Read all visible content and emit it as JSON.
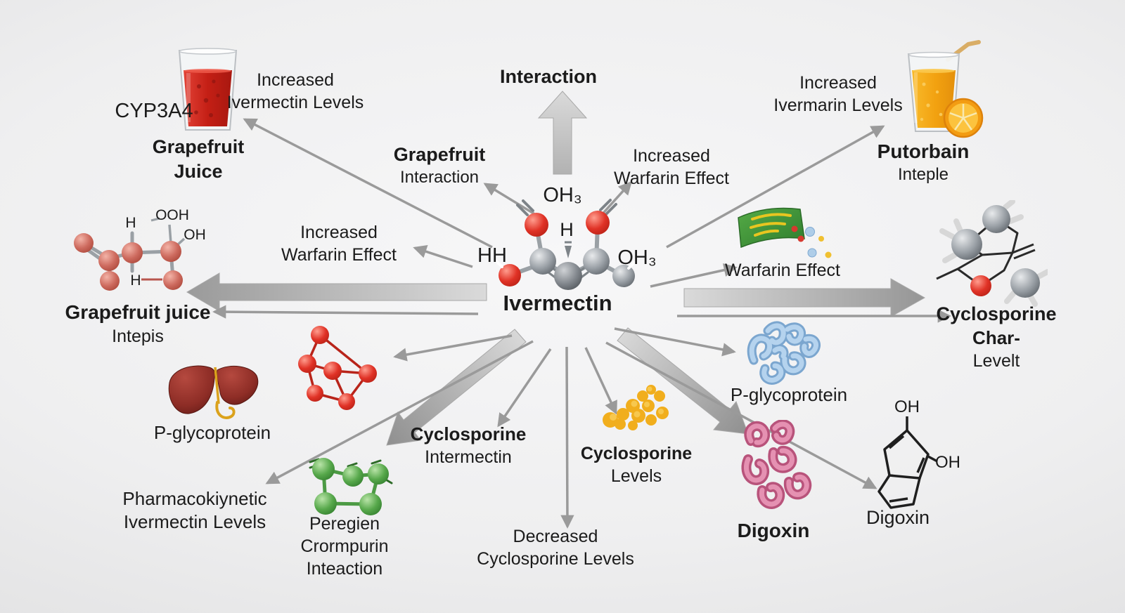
{
  "diagram": {
    "center": {
      "title": "Ivermectin",
      "atom_top": "OH₃",
      "atom_mid": "H",
      "atom_left": "HH",
      "atom_right": "OH₃",
      "icon": "ivermectin-molecule-icon"
    },
    "top_left": {
      "enzyme": "CYP3A4",
      "icon": "grapefruit-juice-glass-icon",
      "caption_line1": "Grapefruit",
      "caption_line2": "Juice",
      "effect_line1": "Increased",
      "effect_line2": "Ivermectin Levels"
    },
    "top_center": {
      "label": "Interaction"
    },
    "grapefruit_interaction": {
      "line1": "Grapefruit",
      "line2": "Interaction"
    },
    "increased_warfarin_top": {
      "line1": "Increased",
      "line2": "Warfarin Effect"
    },
    "top_right": {
      "effect_line1": "Increased",
      "effect_line2": "Ivermarin Levels",
      "icon": "orange-juice-glass-icon",
      "caption_line1": "Putorbain",
      "caption_line2": "Inteple"
    },
    "left": {
      "icon": "salmon-molecule-icon",
      "atom_h1": "H",
      "atom_ooh": "OOH",
      "atom_oh": "OH",
      "atom_h2": "H",
      "caption_line1": "Grapefruit juice",
      "caption_line2": "Intepis"
    },
    "increased_warfarin_left": {
      "line1": "Increased",
      "line2": "Warfarin Effect"
    },
    "warfarin_effect": {
      "label": "Warfarin Effect",
      "icon": "warfarin-tablet-icon"
    },
    "right": {
      "icon": "cyclosporine-molecule-icon",
      "caption_line1": "Cyclosporine",
      "caption_line2": "Char-",
      "caption_line3": "Levelt"
    },
    "liver": {
      "label": "P-glycoprotein",
      "icon": "liver-icon"
    },
    "red_cluster": {
      "icon": "red-network-molecule-icon"
    },
    "pharmacokinetic": {
      "line1": "Pharmacokiynetic",
      "line2": "Ivermectin Levels"
    },
    "green_molecule": {
      "icon": "green-molecule-icon",
      "caption_line1": "Peregien",
      "caption_line2": "Crormpurin",
      "caption_line3": "Inteaction"
    },
    "cyclosporine_intermectin": {
      "line1": "Cyclosporine",
      "line2": "Intermectin"
    },
    "cyclosporine_levels": {
      "icon": "yellow-molecule-icon",
      "line1": "Cyclosporine",
      "line2": "Levels"
    },
    "decreased_cyclosporine": {
      "line1": "Decreased",
      "line2": "Cyclosporine Levels"
    },
    "p_glycoprotein_right": {
      "label": "P-glycoprotein",
      "icon": "blue-protein-icon"
    },
    "digoxin_protein": {
      "label": "Digoxin",
      "icon": "pink-protein-icon"
    },
    "digoxin_structure": {
      "label": "Digoxin",
      "atom_oh_top": "OH",
      "atom_oh_mid": "OH",
      "icon": "digoxin-structure-icon"
    }
  },
  "colors": {
    "background_edge": "#d2d2d3",
    "background_center": "#f7f7f8",
    "arrow": "#9a9a9a",
    "text": "#1b1b1b",
    "red_sphere": "#e03226",
    "gray_sphere": "#9aa0a6",
    "salmon_sphere": "#cd6a5e",
    "green_sphere": "#57a84b",
    "yellow_molecule": "#f1ae1d",
    "blue_protein": "#a9cbe9",
    "pink_protein": "#d9769c",
    "liver_red": "#8e2d26",
    "juice_red": "#cf2a28",
    "juice_orange": "#f6a81c",
    "tablet_green": "#3f9a3c"
  }
}
